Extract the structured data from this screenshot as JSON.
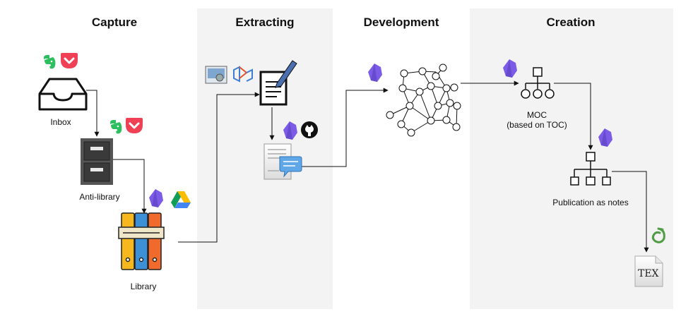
{
  "stages": {
    "capture": "Capture",
    "extracting": "Extracting",
    "development": "Development",
    "creation": "Creation"
  },
  "nodes": {
    "inbox": "Inbox",
    "anti_library": "Anti-library",
    "library": "Library",
    "moc_line1": "MOC",
    "moc_line2": "(based on TOC)",
    "publication": "Publication as notes"
  },
  "tex_logo_text": "TEX",
  "colors": {
    "panel_bg": "#f3f3f3",
    "evernote_green": "#2dbe60",
    "pocket_red": "#ef4056",
    "obsidian_purple": "#7c5ce6",
    "overleaf_green": "#4f9c45",
    "binder_yellow": "#f6b81e",
    "binder_blue": "#3d8fd6",
    "binder_orange": "#ef6a2c"
  },
  "icons": [
    "evernote-icon",
    "pocket-icon",
    "inbox-tray-icon",
    "file-cabinet-icon",
    "obsidian-icon",
    "google-drive-icon",
    "binders-icon",
    "image-viewer-icon",
    "zotero-icon",
    "document-pen-icon",
    "github-icon",
    "notes-document-icon",
    "network-graph-icon",
    "hierarchy-icon",
    "overleaf-icon",
    "tex-file-icon"
  ]
}
